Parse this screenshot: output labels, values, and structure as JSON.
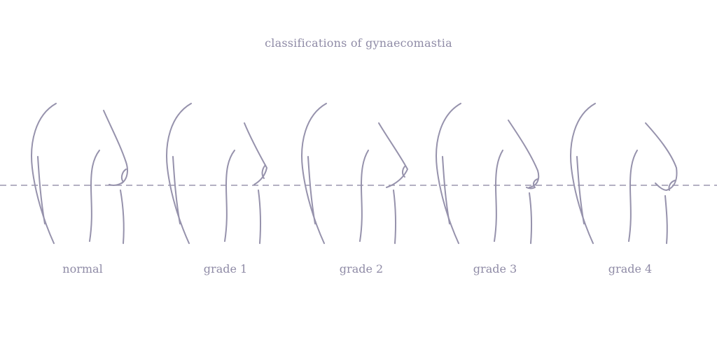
{
  "title": "classifications of gynaecomastia",
  "figures": [
    {
      "label": "normal"
    },
    {
      "label": "grade 1"
    },
    {
      "label": "grade 2"
    },
    {
      "label": "grade 3"
    },
    {
      "label": "grade 4"
    }
  ],
  "colors": {
    "line": "#9692ac",
    "text": "#8f8ba6",
    "background": "#ffffff"
  }
}
